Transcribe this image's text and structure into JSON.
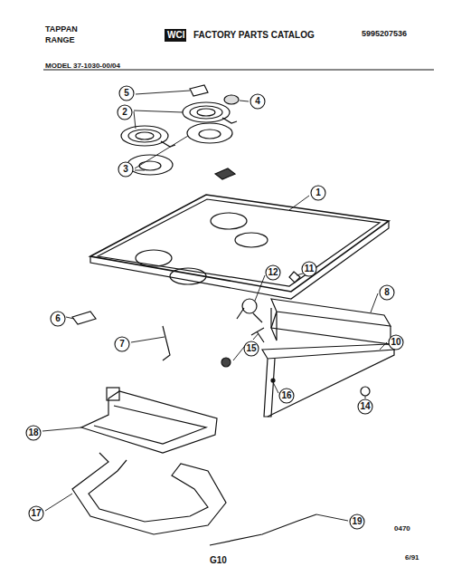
{
  "diagram": {
    "nodes": [
      {
        "text": [
          "5"
        ]
      },
      {
        "text": [
          "4"
        ]
      },
      {
        "text": [
          "2"
        ]
      },
      {
        "text": [
          "3"
        ]
      },
      {
        "text": [
          "1"
        ]
      },
      {
        "text": [
          "12"
        ]
      },
      {
        "text": [
          "11"
        ]
      },
      {
        "text": [
          "6"
        ]
      },
      {
        "text": [
          "8"
        ]
      },
      {
        "text": [
          "7"
        ]
      },
      {
        "text": [
          "15"
        ]
      },
      {
        "text": [
          "10"
        ]
      },
      {
        "text": [
          "18"
        ]
      },
      {
        "text": [
          "16"
        ]
      },
      {
        "text": [
          "14"
        ]
      },
      {
        "text": [
          "17"
        ]
      },
      {
        "text": [
          "19"
        ]
      }
    ],
    "labels": [
      "TAPPAN",
      "RANGE",
      "WCI",
      "FACTORY PARTS CATALOG",
      "5995207536",
      "MODEL 37-1030-00/04",
      "0470",
      "G10",
      "6/91"
    ]
  }
}
